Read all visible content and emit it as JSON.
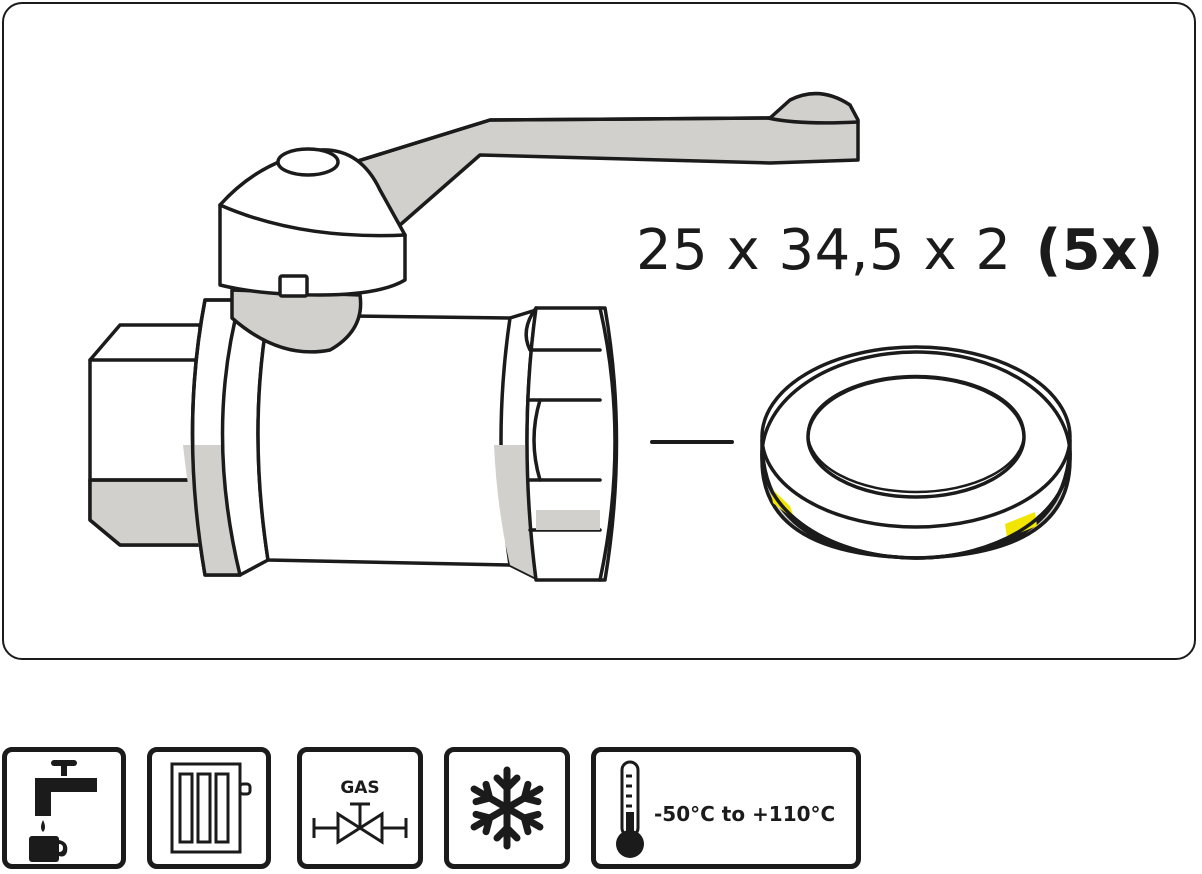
{
  "product": {
    "gasket_dimensions": "25 x 34,5 x 2",
    "gasket_quantity": "(5x)"
  },
  "application_icons": [
    {
      "name": "drinking-water-icon"
    },
    {
      "name": "radiator-heating-icon"
    },
    {
      "name": "gas-valve-icon",
      "label": "GAS"
    },
    {
      "name": "frost-icon"
    },
    {
      "name": "thermometer-icon",
      "label": "-50°C to +110°C"
    }
  ],
  "colors": {
    "outline": "#1b1b1b",
    "metal_shade": "#d2d0cc",
    "gasket_marker": "#f2e600"
  }
}
